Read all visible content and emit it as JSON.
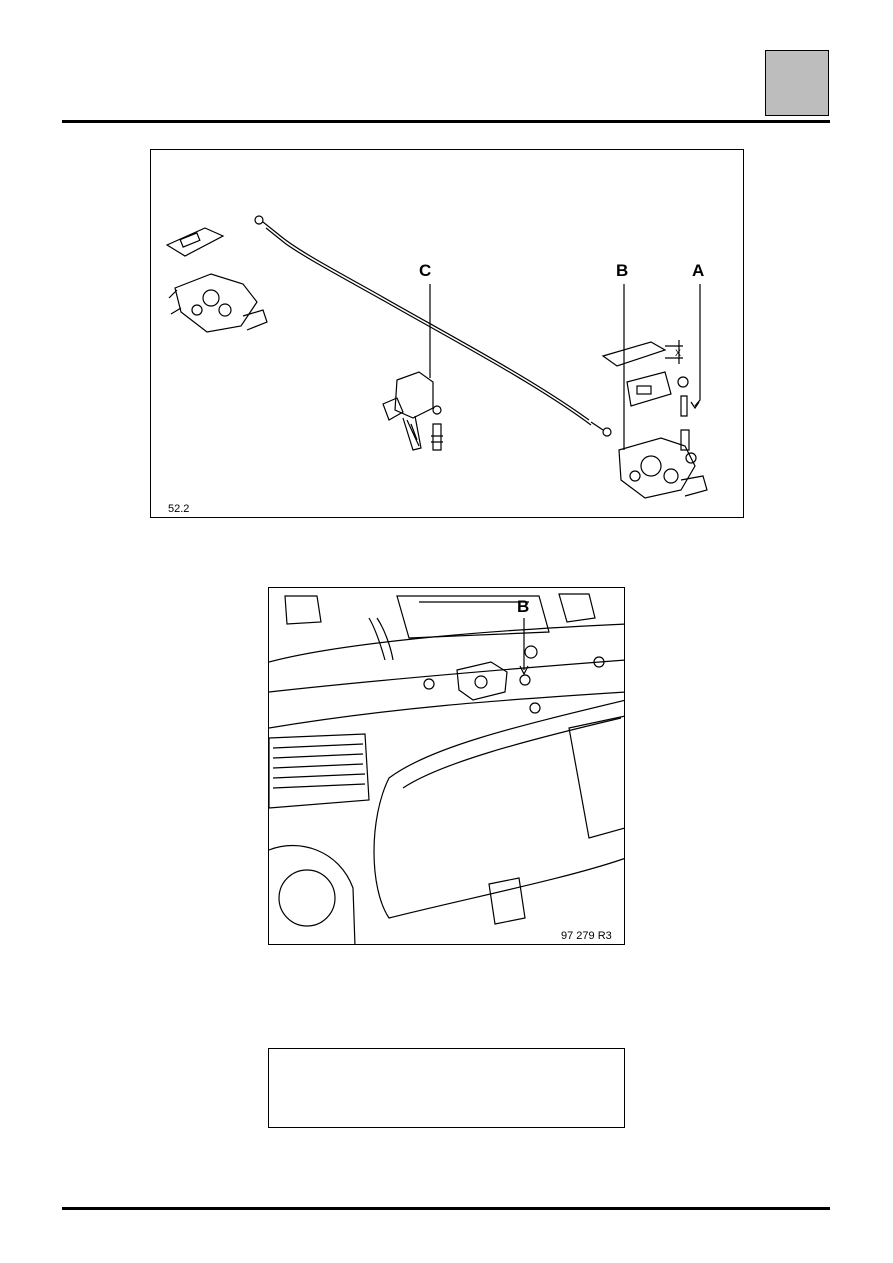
{
  "figure1": {
    "reference": "52.2",
    "callouts": {
      "a": "A",
      "b": "B",
      "c": "C"
    },
    "dimension_label": "X"
  },
  "figure2": {
    "reference": "97 279 R3",
    "callouts": {
      "b": "B"
    }
  },
  "colors": {
    "header_box": "#bdbdbd",
    "rule": "#000000"
  }
}
